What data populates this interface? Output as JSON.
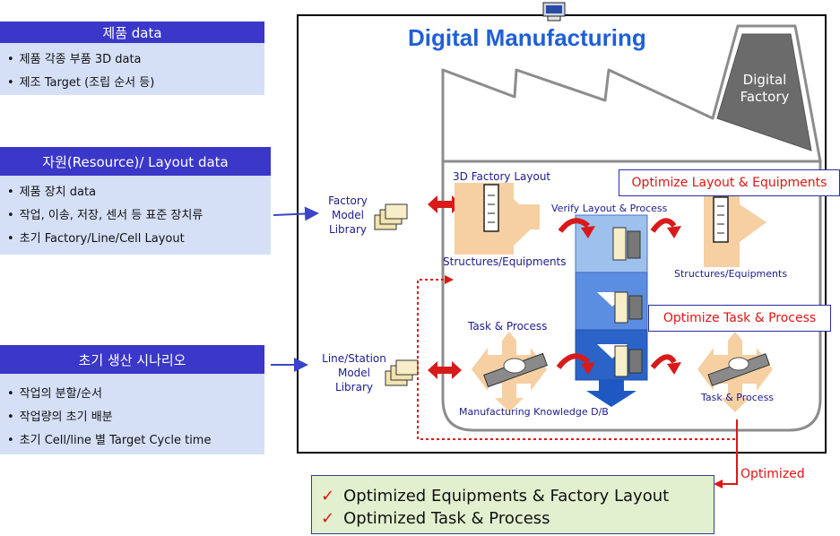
{
  "left_panels": [
    {
      "title": "제품 data",
      "items": [
        "제품 각종 부품  3D data",
        "제조 Target (조립 순서 등)"
      ]
    },
    {
      "title": "자원(Resource)/ Layout data",
      "items": [
        "제품 장치 data",
        "작업, 이송, 저장, 센서 등 표준 장치류",
        "초기 Factory/Line/Cell Layout"
      ]
    },
    {
      "title": "초기 생산 시나리오",
      "items": [
        "작업의 분할/순서",
        "작업량의 초기 배분",
        "초기 Cell/line 별  Target Cycle time"
      ]
    }
  ],
  "main": {
    "title": "Digital Manufacturing",
    "digital_factory_line1": "Digital",
    "digital_factory_line2": "Factory",
    "factory_library": [
      "Factory",
      "Model",
      "Library"
    ],
    "line_library": [
      "Line/Station",
      "Model",
      "Library"
    ],
    "labels": {
      "factory_layout_3d": "3D Factory Layout",
      "structures_left": "Structures/Equipments",
      "verify": "Verify Layout & Process",
      "structures_right": "Structures/Equipments",
      "task_left": "Task & Process",
      "knowledge_db": "Manufacturing Knowledge D/B",
      "task_right": "Task & Process"
    },
    "optimize_layout": "Optimize Layout & Equipments",
    "optimize_task": "Optimize Task & Process"
  },
  "optimized_label": "Optimized",
  "results": {
    "check": "✓",
    "lines": [
      "Optimized Equipments & Factory Layout",
      "Optimized Task & Process"
    ]
  },
  "colors": {
    "panel_header": "#3a37c9",
    "panel_body": "#d5e0f7",
    "title_blue": "#1f5fd6",
    "red": "#e01515",
    "result_bg": "#e2f0cf"
  }
}
